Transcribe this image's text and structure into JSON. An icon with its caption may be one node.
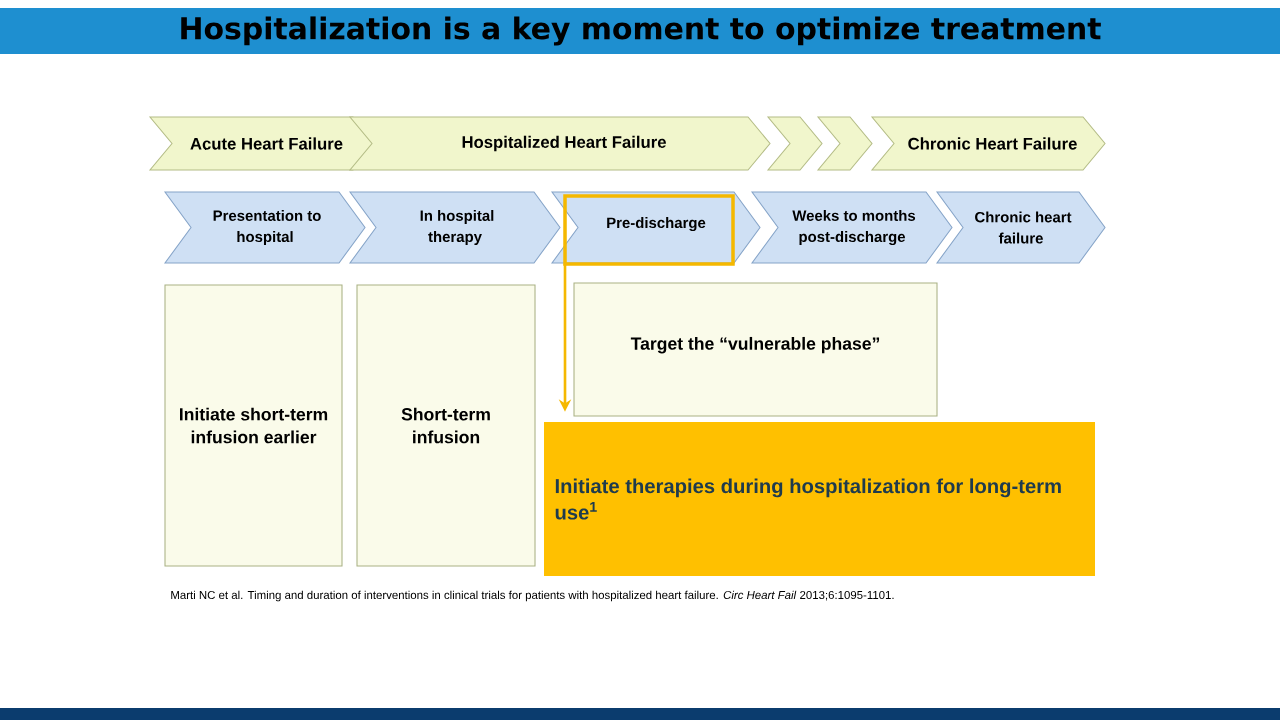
{
  "diagram": {
    "title": "Hospitalization is a key moment to optimize treatment",
    "nodes": [
      {
        "text": [
          "Acute Heart Failure"
        ]
      },
      {
        "text": [
          "Hospitalized Heart Failure"
        ]
      },
      {
        "text": [],
        "shape": "chevron"
      },
      {
        "text": [],
        "shape": "chevron"
      },
      {
        "text": [
          "Chronic Heart Failure"
        ]
      },
      {
        "text": [
          "Presentation to hospital"
        ]
      },
      {
        "text": [
          "In hospital therapy"
        ]
      },
      {
        "text": [
          "Pre-discharge"
        ]
      },
      {
        "text": [
          "Weeks to months post-discharge"
        ]
      },
      {
        "text": [
          "Chronic heart failure"
        ]
      },
      {
        "text": [
          "Initiate short-term infusion earlier"
        ]
      },
      {
        "text": [
          "Short-term infusion"
        ]
      },
      {
        "text": [
          "Target the “vulnerable phase”"
        ]
      },
      {
        "text": [
          "Initiate therapies during hospitalization for long-term use$^{1}$"
        ]
      }
    ],
    "edges": [
      {
        "from": 7,
        "to": 13,
        "arrow": "to"
      }
    ],
    "labels": [
      "Marti NC et al. Timing and  duration of interventions in clinical trials for patients with hospitalized heart failure. *Circ Heart Fail* 2013;6:1095-1101."
    ]
  }
}
